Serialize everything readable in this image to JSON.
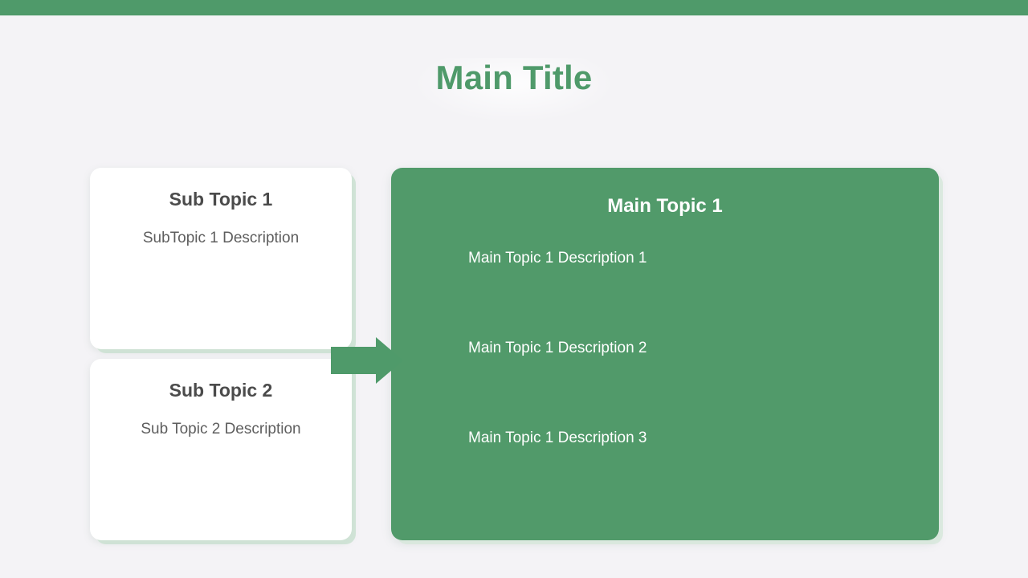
{
  "page": {
    "title": "Main Title",
    "background_color": "#f4f3f6",
    "accent_color": "#4f9a6a"
  },
  "top_bar": {
    "color": "#4f9a6a"
  },
  "sub_cards": [
    {
      "title": "Sub Topic 1",
      "description": "SubTopic 1 Description"
    },
    {
      "title": "Sub Topic 2",
      "description": "Sub Topic 2 Description"
    }
  ],
  "connector": {
    "icon": "arrow-right-icon",
    "color": "#4f9a6a"
  },
  "main_panel": {
    "title": "Main Topic 1",
    "background_color": "#519a6a",
    "items": [
      "Main Topic 1 Description 1",
      "Main Topic 1 Description 2",
      "Main Topic 1 Description 3"
    ]
  }
}
